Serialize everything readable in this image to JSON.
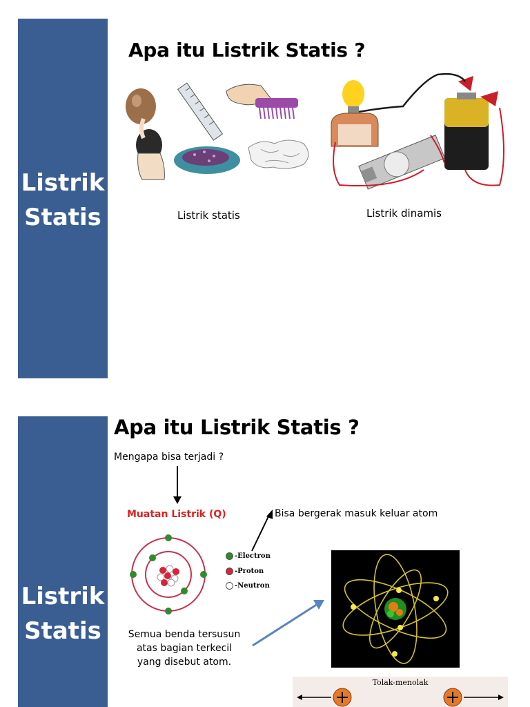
{
  "slide1": {
    "side_title_line1": "Listrik",
    "side_title_line2": "Statis",
    "heading": "Apa itu Listrik Statis ?",
    "caption_left": "Listrik statis",
    "caption_right": "Listrik dinamis"
  },
  "slide2": {
    "side_title_line1": "Listrik",
    "side_title_line2": "Statis",
    "heading": "Apa itu Listrik Statis ?",
    "question": "Mengapa bisa terjadi ?",
    "charge_label": "Muatan Listrik (Q)",
    "move_label": "Bisa bergerak masuk keluar atom",
    "legend": [
      "-Electron",
      "-Proton",
      "-Neutron"
    ],
    "atom_caption_line1": "Semua benda tersusun",
    "atom_caption_line2": "atas bagian terkecil",
    "atom_caption_line3": "yang disebut atom.",
    "repel_label": "Tolak-menolak"
  },
  "colors": {
    "band": "#3a5e92",
    "charge_red": "#e01f1f",
    "electron": "#2e8b2e",
    "proton": "#d8233a"
  }
}
